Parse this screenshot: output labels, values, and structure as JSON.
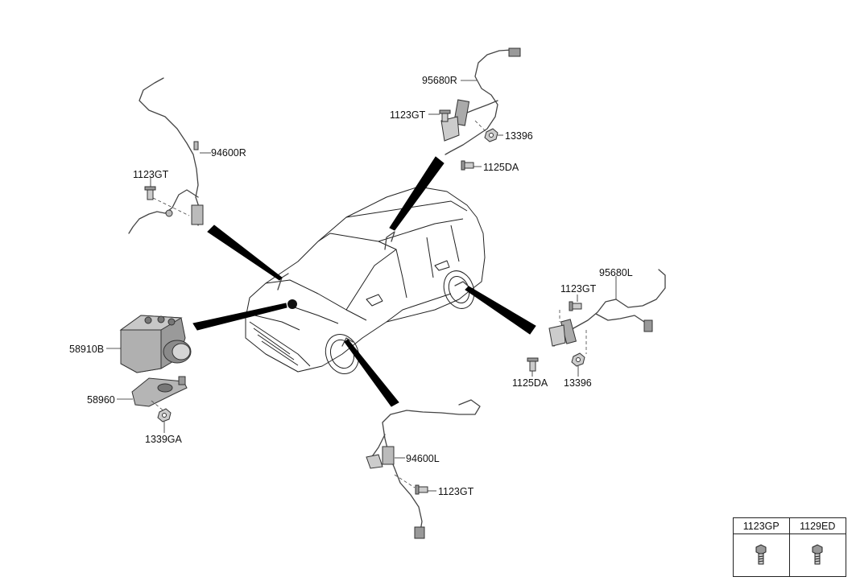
{
  "labels": {
    "p95680R": "95680R",
    "p1123GT_top": "1123GT",
    "p13396_top": "13396",
    "p1125DA_top": "1125DA",
    "p94600R": "94600R",
    "p1123GT_left": "1123GT",
    "p95680L": "95680L",
    "p1123GT_right": "1123GT",
    "p1125DA_right": "1125DA",
    "p13396_right": "13396",
    "p58910B": "58910B",
    "p58960": "58960",
    "p1339GA": "1339GA",
    "p94600L": "94600L",
    "p1123GT_bottom": "1123GT"
  },
  "legend": {
    "col1": "1123GP",
    "col2": "1129ED"
  },
  "colors": {
    "line": "#222222",
    "part_fill": "#b8b8b8",
    "background": "#ffffff"
  }
}
